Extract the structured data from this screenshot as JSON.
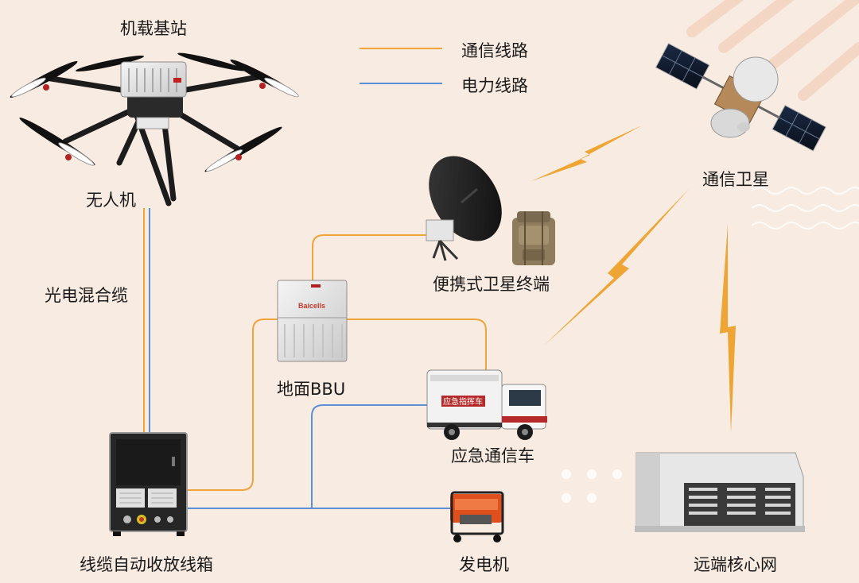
{
  "legend": {
    "items": [
      {
        "label": "通信线路",
        "color": "#f0a43a"
      },
      {
        "label": "电力线路",
        "color": "#5b8fd6"
      }
    ]
  },
  "nodes": {
    "airborne_base_station": "机载基站",
    "drone": "无人机",
    "hybrid_cable": "光电混合缆",
    "portable_satellite_terminal": "便携式卫星终端",
    "ground_bbu": "地面BBU",
    "emergency_vehicle": "应急通信车",
    "cable_reel_box": "线缆自动收放线箱",
    "generator": "发电机",
    "comm_satellite": "通信卫星",
    "remote_core_network": "远端核心网"
  },
  "device_text": {
    "bbu_brand": "Baicells",
    "truck_side": "应急指挥车"
  },
  "colors": {
    "comm": "#f0a43a",
    "power": "#5b8fd6",
    "lightning": "#eea533",
    "background": "#f8ebe2"
  }
}
